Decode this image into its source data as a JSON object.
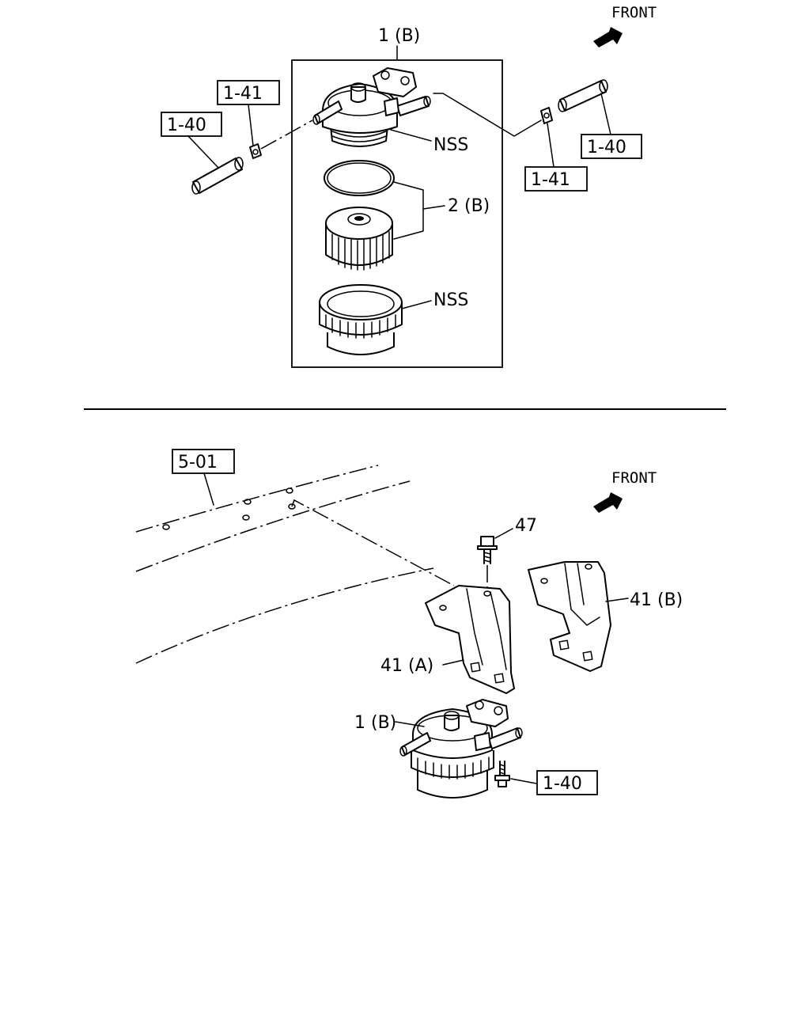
{
  "top_section": {
    "front_label": "FRONT",
    "assembly_label": "1 (B)",
    "ref_1_41_left": "1-41",
    "ref_1_40_left": "1-40",
    "ref_1_40_right": "1-40",
    "ref_1_41_right": "1-41",
    "nss_upper": "NSS",
    "kit_label": "2 (B)",
    "nss_lower": "NSS"
  },
  "bottom_section": {
    "front_label": "FRONT",
    "ref_5_01": "5-01",
    "bolt_label": "47",
    "bracket_b_label": "41 (B)",
    "bracket_a_label": "41 (A)",
    "filter_label": "1 (B)",
    "ref_1_40": "1-40"
  }
}
